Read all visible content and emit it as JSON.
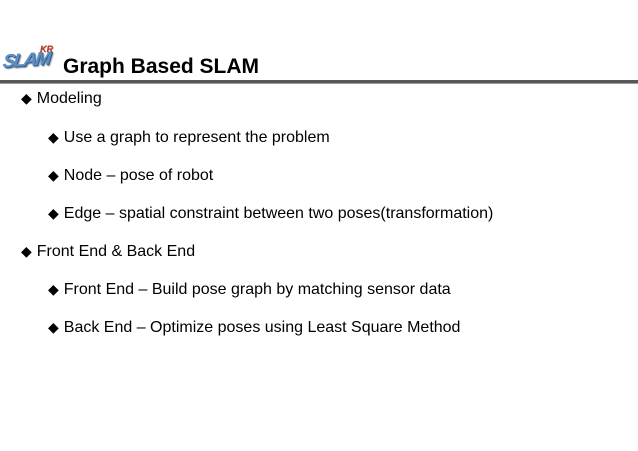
{
  "slide": {
    "logo": {
      "text": "SLAM",
      "superscript": "KR"
    },
    "title": "Graph Based SLAM",
    "bullets": [
      {
        "level": 1,
        "text": "Modeling"
      },
      {
        "level": 2,
        "text": "Use a graph to represent the problem"
      },
      {
        "level": 2,
        "text": "Node – pose of robot"
      },
      {
        "level": 2,
        "text": "Edge – spatial constraint between two poses(transformation)"
      },
      {
        "level": 1,
        "text": "Front End & Back End"
      },
      {
        "level": 2,
        "text": "Front End – Build pose graph by matching sensor data"
      },
      {
        "level": 2,
        "text": "Back End – Optimize poses using Least Square Method"
      }
    ],
    "icons": {
      "bullet": "◆"
    },
    "colors": {
      "background": "#ffffff",
      "text": "#000000",
      "divider": "#58585a",
      "logo_blue": "#5e8fc0",
      "logo_red": "#b83a2e"
    }
  }
}
